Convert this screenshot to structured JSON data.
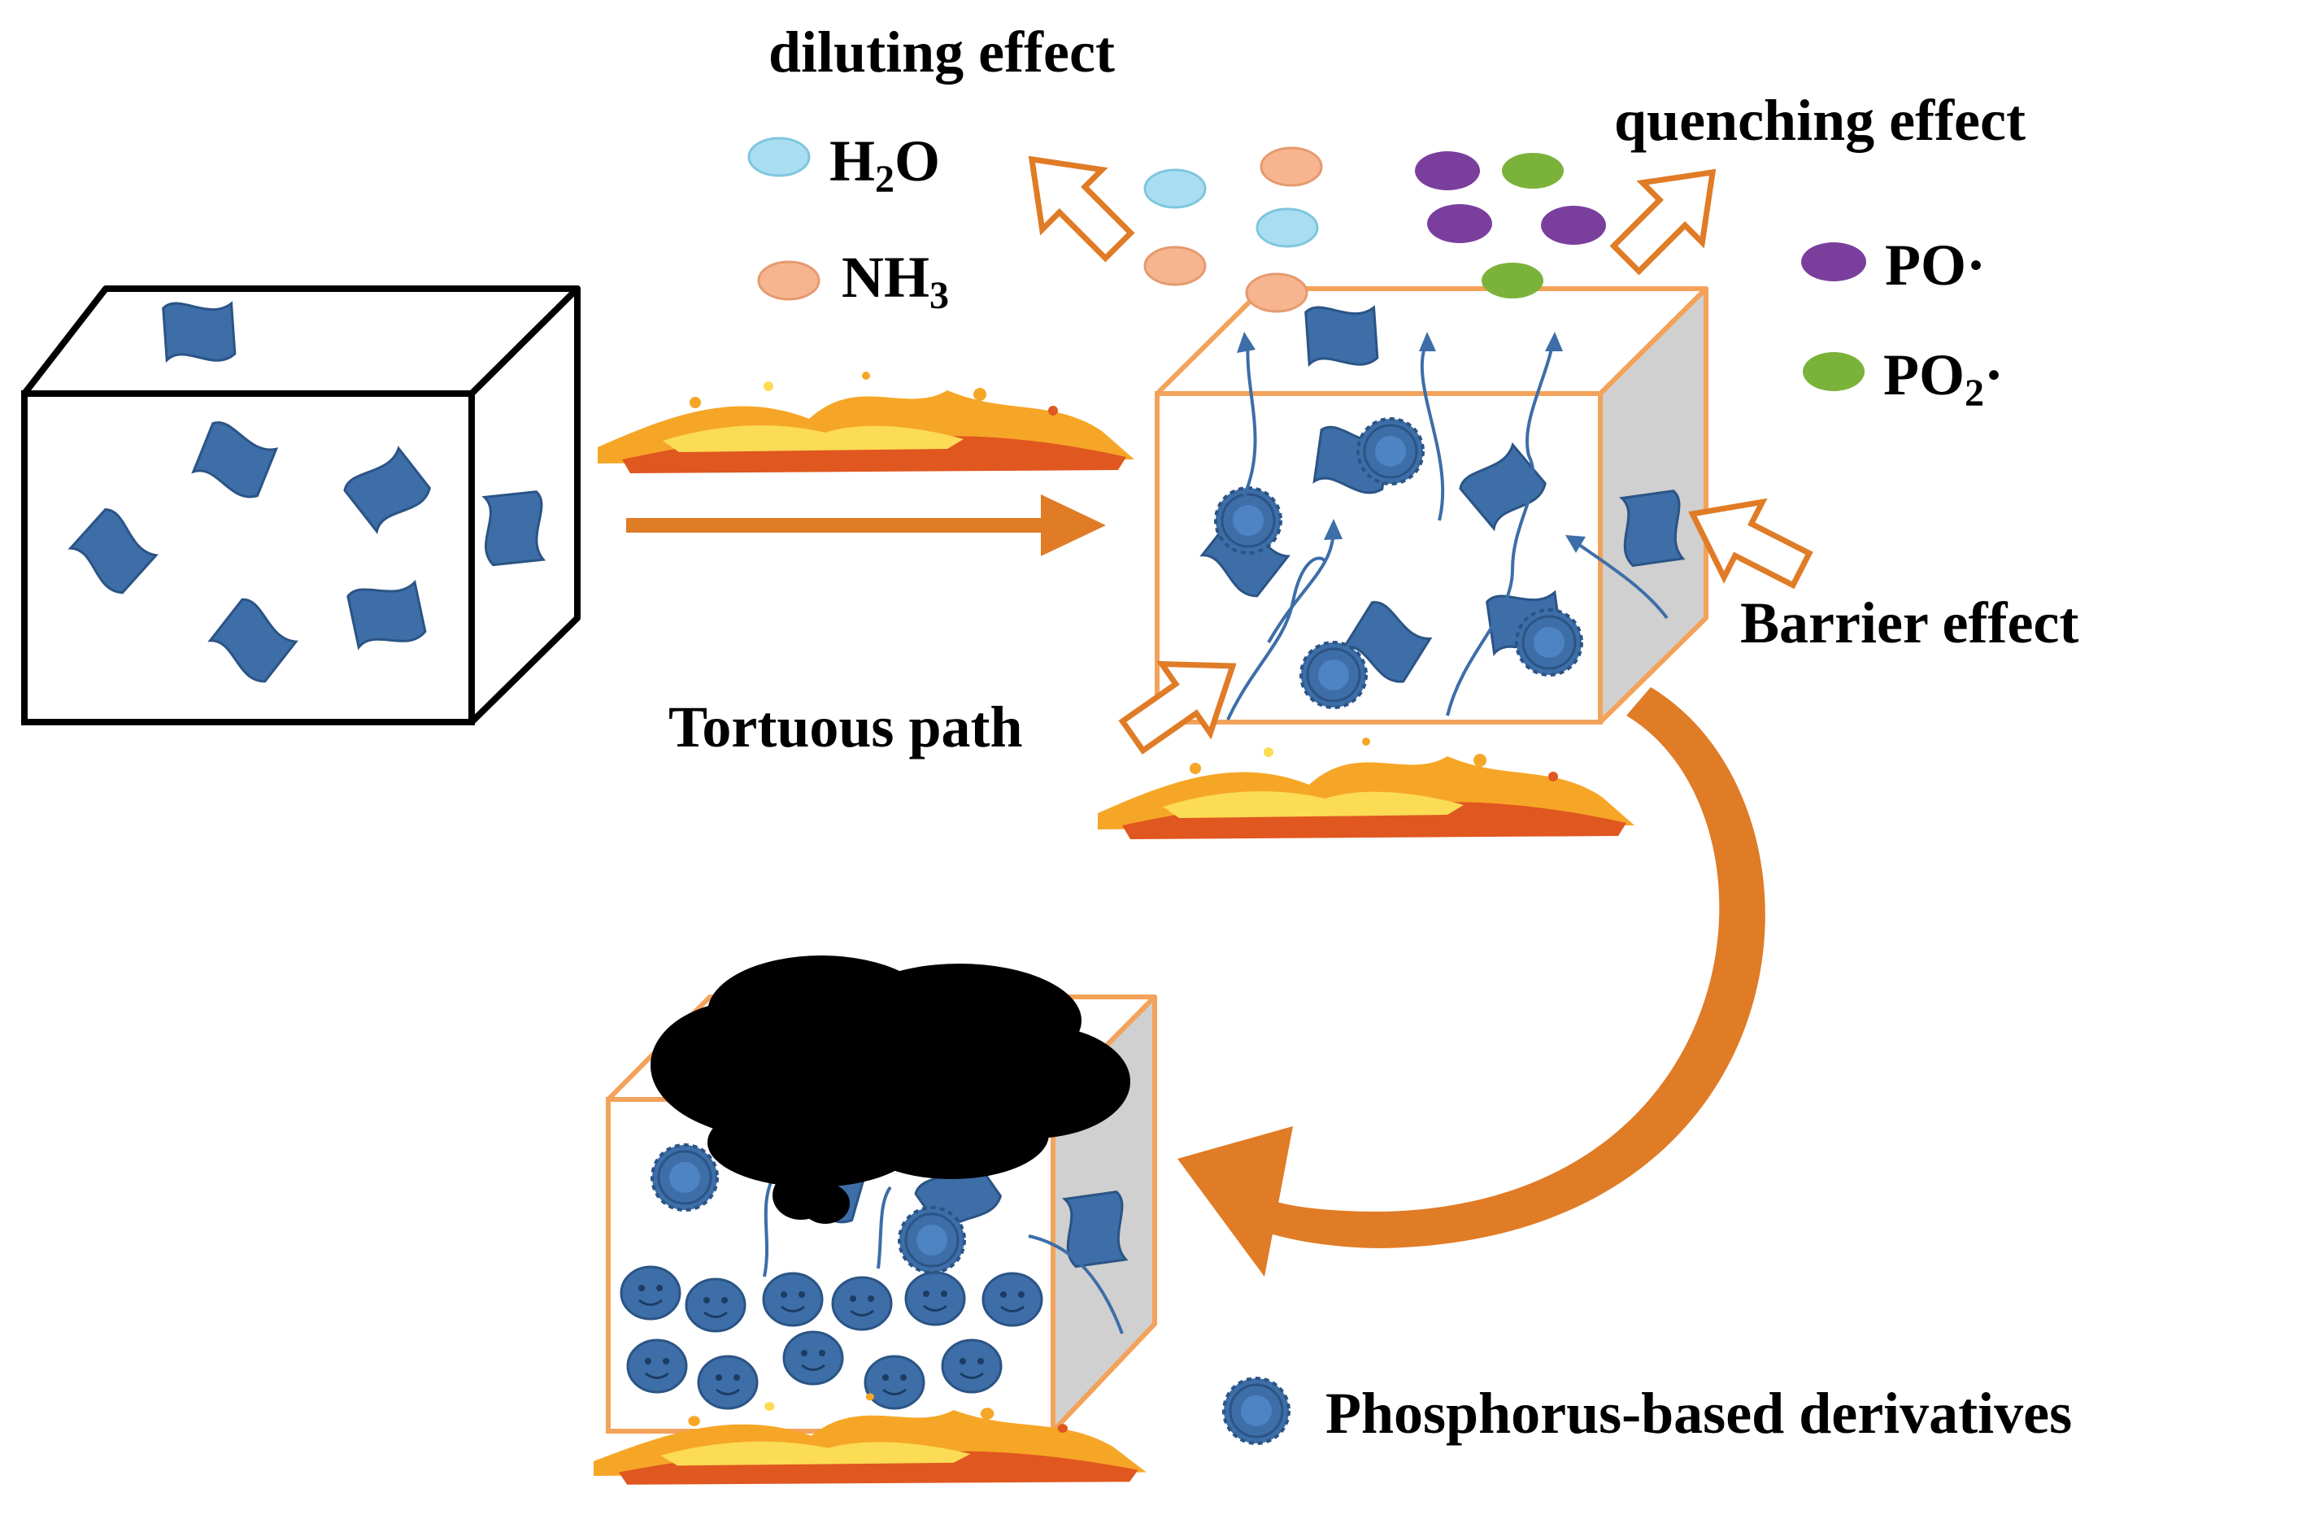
{
  "labels": {
    "diluting": "diluting effect",
    "quenching": "quenching effect",
    "barrier": "Barrier effect",
    "tortuous": "Tortuous path",
    "phosphorus": "Phosphorus-based derivatives"
  },
  "legend": {
    "h2o": {
      "main": "H",
      "sub": "2",
      "tail": "O",
      "color": "#a9def2"
    },
    "nh3": {
      "main": "NH",
      "sub": "3",
      "color": "#f6b58e"
    },
    "po": {
      "main": "PO·",
      "color": "#7a3f9d"
    },
    "po2": {
      "main": "PO",
      "sub": "2",
      "tail": "·",
      "color": "#7bb33a"
    }
  },
  "colors": {
    "flake": "#3d6ea8",
    "flake_stroke": "#2b5485",
    "orange": "#e07b26",
    "box_orange": "#f3a25a",
    "side_gray": "#d0d0d0",
    "char": "#000000"
  }
}
